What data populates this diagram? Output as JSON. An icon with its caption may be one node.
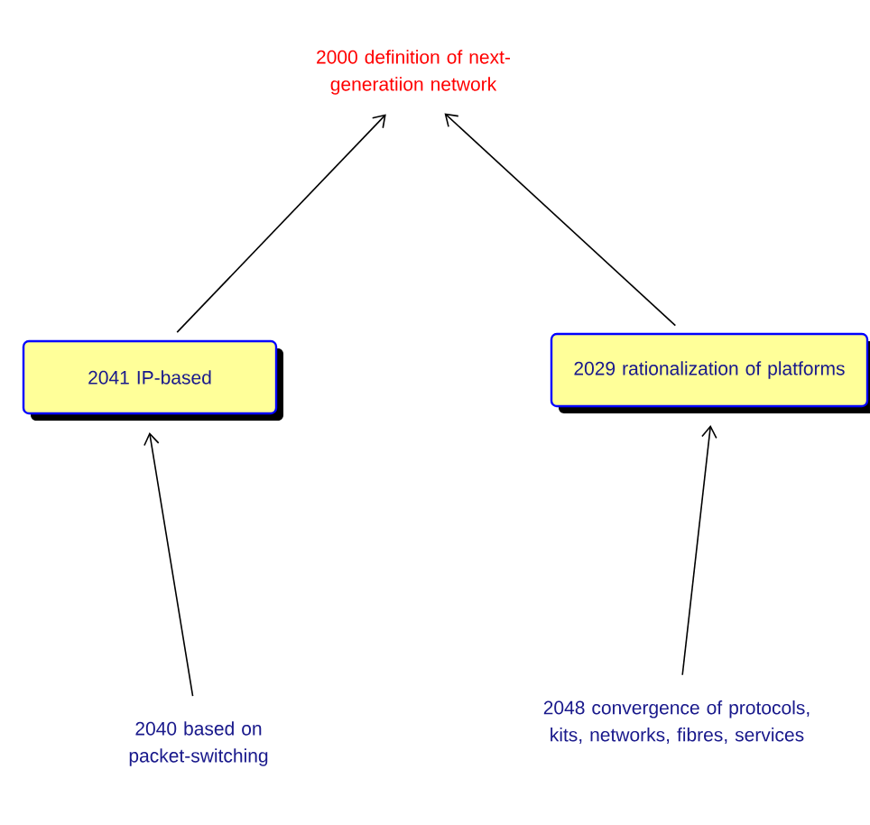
{
  "diagram": {
    "nodes": [
      {
        "text": [
          "2000 definition of next-generatiion network"
        ]
      },
      {
        "text": [
          "2041 IP-based"
        ]
      },
      {
        "text": [
          "2029 rationalization of platforms"
        ]
      },
      {
        "text": [
          "2040 based on packet-switching"
        ]
      },
      {
        "text": [
          "2048 convergence of protocols, kits, networks, fibres, services"
        ]
      }
    ],
    "edges": [
      {
        "from": 1,
        "to": 0,
        "arrow": "to"
      },
      {
        "from": 2,
        "to": 0,
        "arrow": "to"
      },
      {
        "from": 3,
        "to": 1,
        "arrow": "to"
      },
      {
        "from": 4,
        "to": 2,
        "arrow": "to"
      }
    ]
  }
}
